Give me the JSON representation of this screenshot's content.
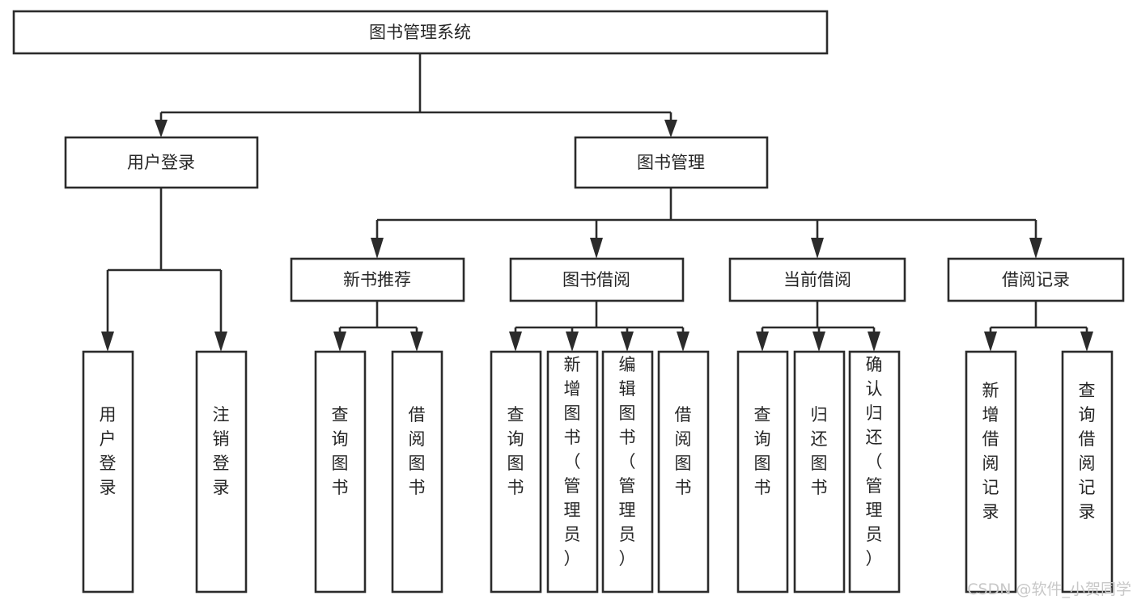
{
  "diagram": {
    "kind": "hierarchy-tree",
    "title": "图书管理系统",
    "watermark": "CSDN @软件_小贺同学",
    "colors": {
      "stroke": "#2b2b2b",
      "node_fill": "#ffffff",
      "text": "#262626",
      "background": "#ffffff",
      "watermark": "#c8c8c8"
    },
    "levels": {
      "root": "图书管理系统",
      "level2": [
        "用户登录",
        "图书管理"
      ],
      "level3": [
        "新书推荐",
        "图书借阅",
        "当前借阅",
        "借阅记录"
      ],
      "leaves": [
        "用户登录",
        "注销登录",
        "查询图书",
        "借阅图书",
        "查询图书",
        "新增图书（管理员）",
        "编辑图书（管理员）",
        "借阅图书",
        "查询图书",
        "归还图书",
        "确认归还（管理员）",
        "新增借阅记录",
        "查询借阅记录"
      ]
    }
  },
  "nodes": {
    "root": {
      "label": "图书管理系统"
    },
    "user_login": {
      "label": "用户登录"
    },
    "book_manage": {
      "label": "图书管理"
    },
    "new_book_rec": {
      "label": "新书推荐"
    },
    "book_borrow": {
      "label": "图书借阅"
    },
    "current_borrow": {
      "label": "当前借阅"
    },
    "borrow_record": {
      "label": "借阅记录"
    },
    "leaf_user_login": {
      "label": "用户登录"
    },
    "leaf_logout": {
      "label": "注销登录"
    },
    "leaf_query_book_a": {
      "label": "查询图书"
    },
    "leaf_borrow_book_a": {
      "label": "借阅图书"
    },
    "leaf_query_book_b": {
      "label": "查询图书"
    },
    "leaf_add_book_admin": {
      "label": "新增图书（管理员）"
    },
    "leaf_edit_book_admin": {
      "label": "编辑图书（管理员）"
    },
    "leaf_borrow_book_b": {
      "label": "借阅图书"
    },
    "leaf_query_book_c": {
      "label": "查询图书"
    },
    "leaf_return_book": {
      "label": "归还图书"
    },
    "leaf_confirm_return_admin": {
      "label": "确认归还（管理员）"
    },
    "leaf_add_record": {
      "label": "新增借阅记录"
    },
    "leaf_query_record": {
      "label": "查询借阅记录"
    }
  },
  "watermark": {
    "label": "CSDN @软件_小贺同学"
  }
}
